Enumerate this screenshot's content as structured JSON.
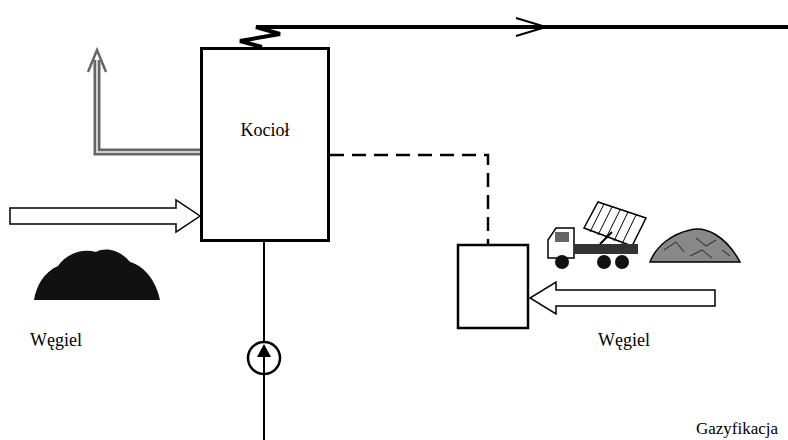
{
  "diagram": {
    "nodes": [
      {
        "text": [
          "Kocioł"
        ]
      }
    ],
    "labels": [
      "Węgiel",
      "Węgiel",
      "Gazyfikacja"
    ]
  }
}
